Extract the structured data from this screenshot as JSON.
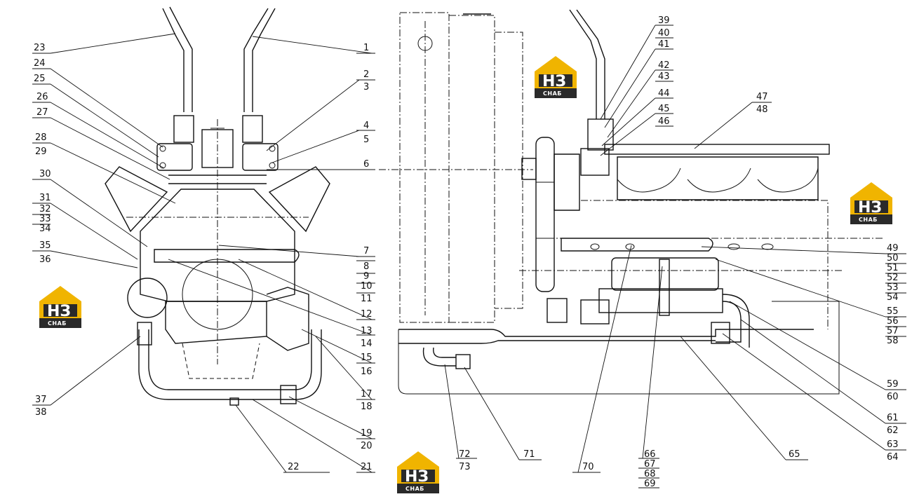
{
  "watermark": {
    "mark": "НЗ",
    "caption": "СНАБ",
    "colors": {
      "roof": "#f0b400",
      "body": "#2a2a2a"
    }
  },
  "left_view_labels": {
    "right_column": [
      "1",
      "2",
      "3",
      "4",
      "5",
      "6",
      "7",
      "8",
      "9",
      "10",
      "11",
      "12",
      "13",
      "14",
      "15",
      "16",
      "17",
      "18",
      "19",
      "20",
      "21"
    ],
    "left_column": [
      "23",
      "24",
      "25",
      "26",
      "27",
      "28",
      "29",
      "30",
      "31",
      "32",
      "33",
      "34",
      "35",
      "36",
      "37",
      "38"
    ],
    "bottom": [
      "22"
    ]
  },
  "right_view_labels": {
    "top_right_stack": [
      "39",
      "40",
      "41",
      "42",
      "43",
      "44",
      "45",
      "46"
    ],
    "upper": [
      "47",
      "48"
    ],
    "right_column": [
      "49",
      "50",
      "51",
      "52",
      "53",
      "54",
      "55",
      "56",
      "57",
      "58",
      "59",
      "60",
      "61",
      "62",
      "63",
      "64"
    ],
    "bottom": [
      "65",
      "66",
      "67",
      "68",
      "69",
      "70",
      "71",
      "72",
      "73"
    ]
  }
}
